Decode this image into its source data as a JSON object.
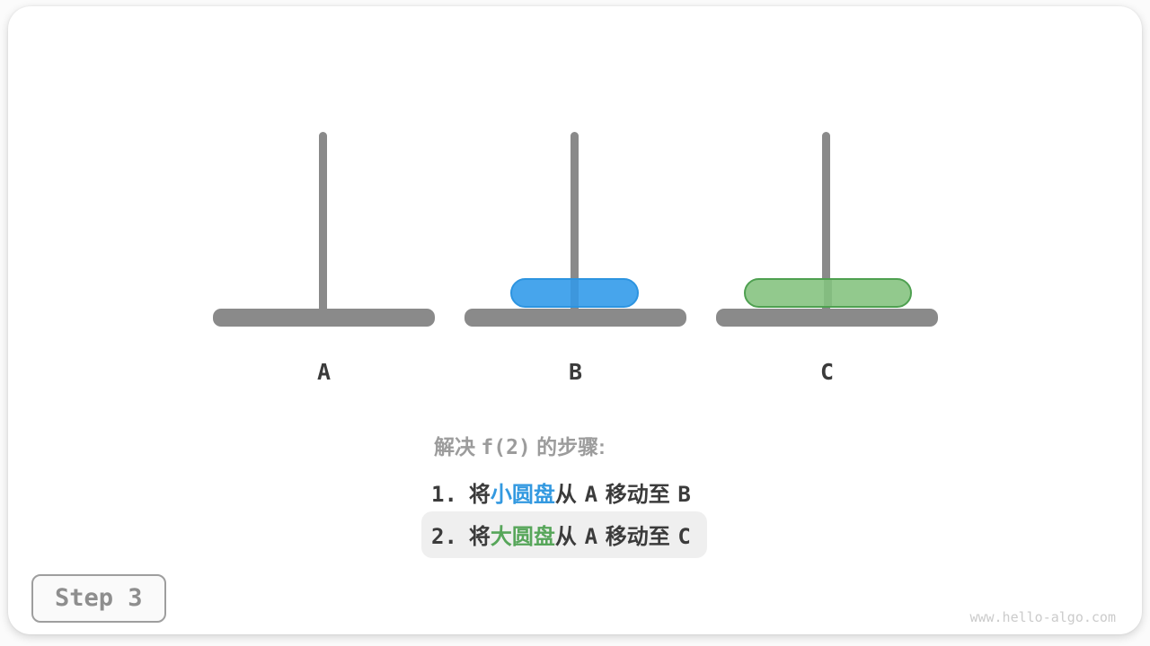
{
  "diagram": {
    "pegs": [
      {
        "label": "A",
        "disks": []
      },
      {
        "label": "B",
        "disks": [
          {
            "name": "small-disk",
            "color": "blue"
          }
        ]
      },
      {
        "label": "C",
        "disks": [
          {
            "name": "large-disk",
            "color": "green"
          }
        ]
      }
    ]
  },
  "instructions": {
    "heading_pre": "解决 ",
    "heading_fn": "f(2)",
    "heading_post": " 的步骤:",
    "steps": [
      {
        "num": "1.",
        "action": "将",
        "disk": "小圆盘",
        "from": "从 ",
        "src": "A",
        "to": " 移动至 ",
        "dst": "B",
        "highlighted": false
      },
      {
        "num": "2.",
        "action": "将",
        "disk": "大圆盘",
        "from": "从 ",
        "src": "A",
        "to": " 移动至 ",
        "dst": "C",
        "highlighted": true
      }
    ]
  },
  "footer": {
    "step_badge": "Step 3",
    "watermark": "www.hello-algo.com"
  },
  "colors": {
    "small_disk_fill": "#47a5ec",
    "small_disk_border": "#2d94e0",
    "small_disk_text": "#3399e0",
    "large_disk_fill": "#92c98d",
    "large_disk_border": "#4ea050",
    "large_disk_text": "#57a65a",
    "peg_gray": "#8a8a8a",
    "heading_gray": "#9c9c9c",
    "text_dark": "#3b3b3b",
    "highlight_bg": "#efefef"
  }
}
